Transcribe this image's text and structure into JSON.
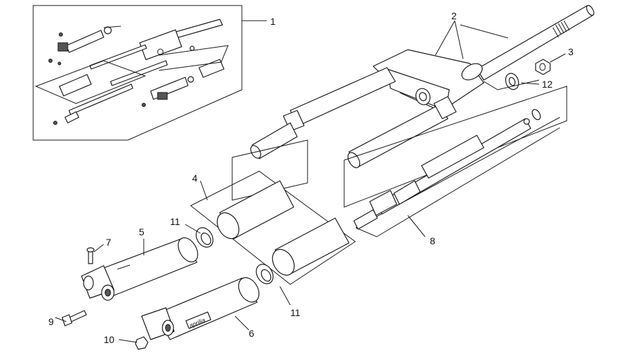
{
  "callouts": {
    "c1": "1",
    "c2": "2",
    "c3": "3",
    "c4": "4",
    "c5": "5",
    "c6": "6",
    "c7": "7",
    "c8": "8",
    "c9": "9",
    "c10": "10",
    "c11a": "11",
    "c11b": "11",
    "c12": "12"
  },
  "brand_mark": "aprilia"
}
